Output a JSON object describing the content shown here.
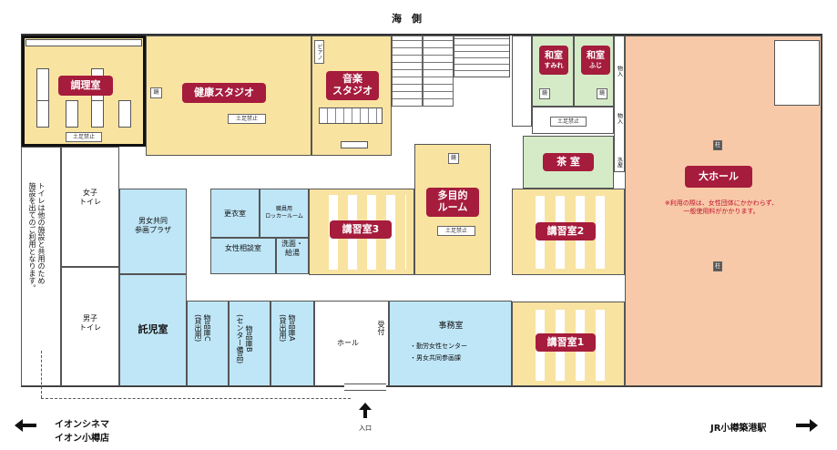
{
  "top": {
    "sea_side": "海　側"
  },
  "rooms": {
    "cooking": "調理室",
    "health_studio": "健康スタジオ",
    "music_studio": "音楽\nスタジオ",
    "washitsu_sumire": {
      "main": "和室",
      "sub": "すみれ"
    },
    "washitsu_fuji": {
      "main": "和室",
      "sub": "ふじ"
    },
    "tea_room": "茶 室",
    "big_hall": "大ホール",
    "lecture1": "講習室1",
    "lecture2": "講習室2",
    "lecture3": "講習室3",
    "multipurpose": "多目的\nルーム",
    "nursery": "託児室",
    "office": "事務室"
  },
  "small_rooms": {
    "womens_toilet": "女子\nトイレ",
    "mens_toilet": "男子\nトイレ",
    "plaza": "男女共同\n参画プラザ",
    "changing": "更衣室",
    "staff_locker": "職員用\nロッカールーム",
    "women_consult": "女性相談室",
    "washroom": "洗面・\n給湯",
    "storage_c": "物品庫C\n(貸出用)",
    "storage_b": "物品庫B\n(センター備品)",
    "storage_a": "物品庫A\n(貸出用)",
    "hall": "ホール",
    "reception": "受付",
    "office_sub1": "・勤労女性センター",
    "office_sub2": "・男女共同参画課"
  },
  "signs": {
    "no_shoes": "土足禁止",
    "piano": "ピアノ",
    "mirror": "鏡",
    "pillar": "柱",
    "storage_in": "物入",
    "water": "水屋"
  },
  "notes": {
    "big_hall_note": "※利用の際は、女性団体にかかわらず、\n一般使用料がかかります。",
    "toilet_note": "トイレは他の施設と共用のため\n施設を出てのご利用となります。"
  },
  "bottom": {
    "left_dest_line1": "イオンシネマ",
    "left_dest_line2": "イオン小樽店",
    "entrance": "入口",
    "right_dest": "JR小樽築港駅"
  },
  "colors": {
    "label_bg": "#a51c3d",
    "yellow": "#f9e3a0",
    "blue": "#bfe6f7",
    "peach": "#f8c9a8",
    "green": "#d5ebc8"
  }
}
